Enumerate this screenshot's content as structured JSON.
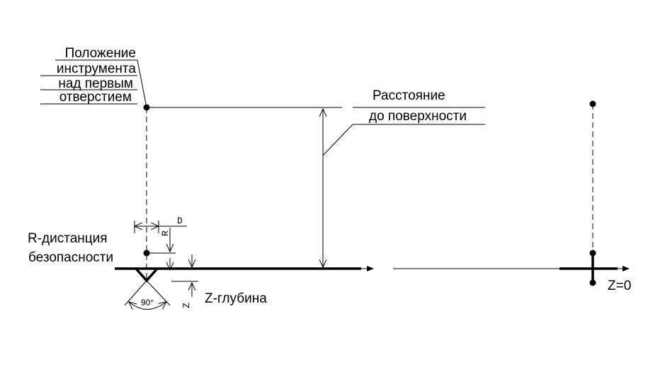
{
  "labels": {
    "tool_position": [
      "Положение",
      "инструмента",
      "над первым",
      "отверстием"
    ],
    "surface_distance": [
      "Расстояние",
      "до поверхности"
    ],
    "safety_distance": [
      "R-дистанция",
      "безопасности"
    ],
    "depth": "Z-глубина",
    "zero": "Z=0",
    "dim_d": "D",
    "dim_r": "R",
    "dim_z": "Z",
    "angle": "90°"
  }
}
